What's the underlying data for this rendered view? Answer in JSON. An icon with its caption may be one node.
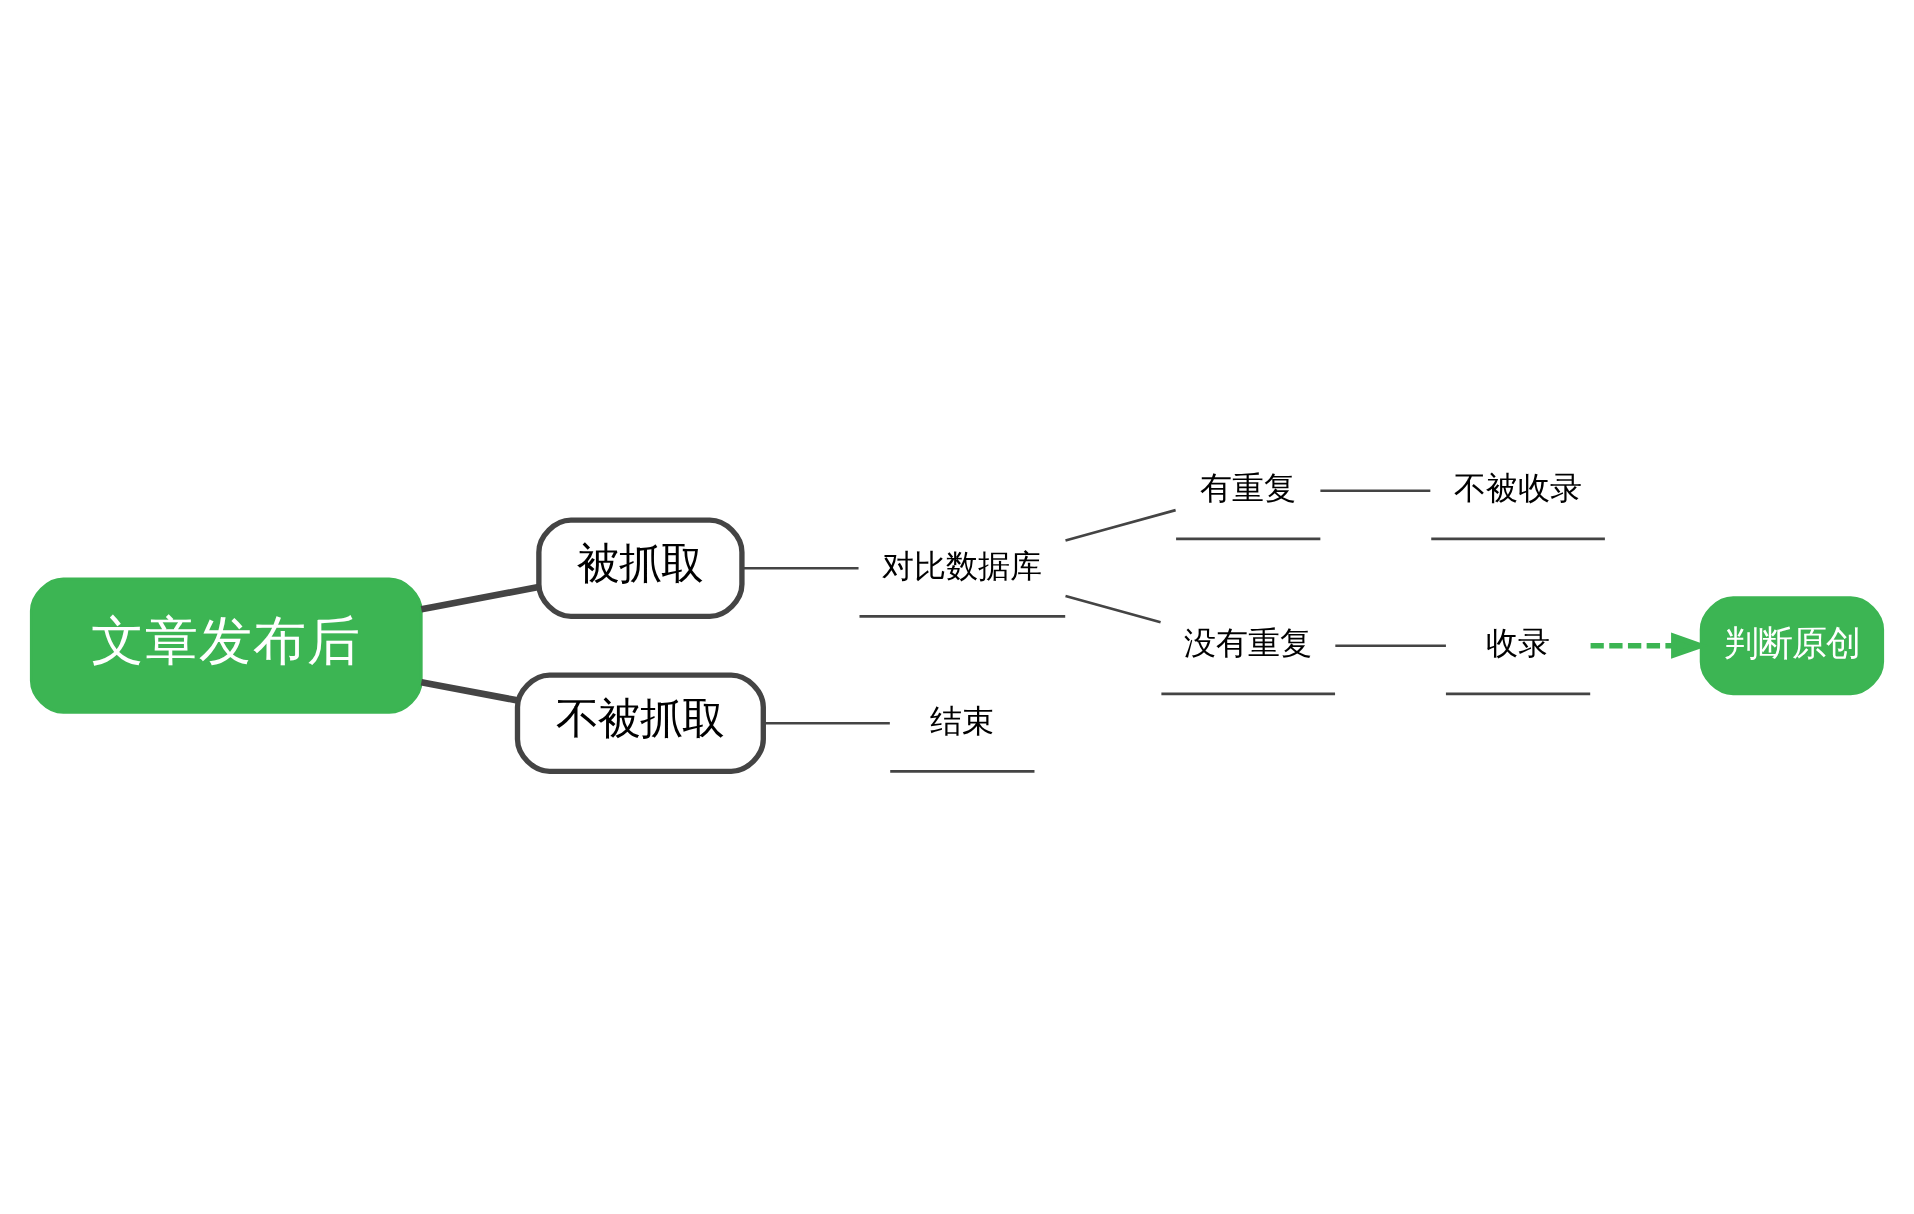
{
  "diagram": {
    "nodes": [
      {
        "text": [
          "文章发布后"
        ]
      },
      {
        "text": [
          "被抓取"
        ]
      },
      {
        "text": [
          "不被抓取"
        ]
      },
      {
        "text": [
          "对比数据库"
        ]
      },
      {
        "text": [
          "有重复"
        ]
      },
      {
        "text": [
          "不被收录"
        ]
      },
      {
        "text": [
          "没有重复"
        ]
      },
      {
        "text": [
          "收录"
        ]
      },
      {
        "text": [
          "判断原创"
        ]
      },
      {
        "text": [
          "结束"
        ]
      }
    ],
    "edges": [
      {
        "from": 0,
        "to": 1,
        "arrow": "none",
        "style": "thick"
      },
      {
        "from": 0,
        "to": 2,
        "arrow": "none",
        "style": "thick"
      },
      {
        "from": 1,
        "to": 3,
        "arrow": "none"
      },
      {
        "from": 3,
        "to": 4,
        "arrow": "none"
      },
      {
        "from": 3,
        "to": 6,
        "arrow": "none"
      },
      {
        "from": 4,
        "to": 5,
        "arrow": "none"
      },
      {
        "from": 6,
        "to": 7,
        "arrow": "none"
      },
      {
        "from": 7,
        "to": 8,
        "arrow": "to",
        "style": "dashed",
        "color": "#3cb553"
      },
      {
        "from": 2,
        "to": 9,
        "arrow": "none"
      }
    ]
  }
}
